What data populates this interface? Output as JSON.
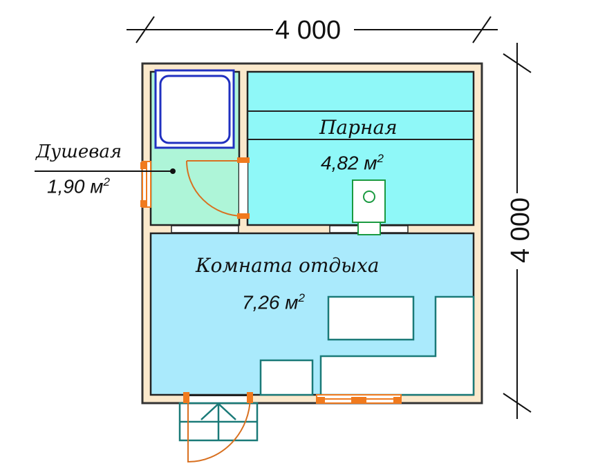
{
  "dimensions": {
    "width_label": "4 000",
    "height_label": "4 000"
  },
  "rooms": [
    {
      "name": "Душевая",
      "area": "1,90 м",
      "unit_sup": "2",
      "color": "#aef5d8"
    },
    {
      "name": "Парная",
      "area": "4,82 м",
      "unit_sup": "2",
      "color": "#8ff8f8"
    },
    {
      "name": "Комната отдыха",
      "area": "7,26 м",
      "unit_sup": "2",
      "color": "#aaeafc"
    }
  ],
  "colors": {
    "wall": "#fbe9cc",
    "door": "#f07a1e",
    "furniture": "#1a7a78",
    "shower": "#2030c0"
  }
}
